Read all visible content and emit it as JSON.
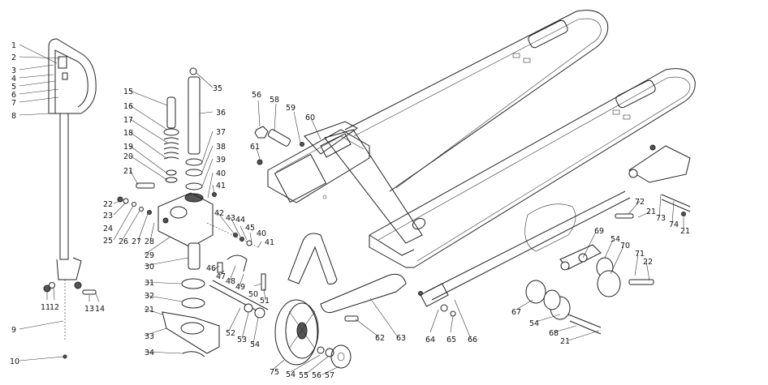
{
  "callouts": [
    "1",
    "2",
    "3",
    "4",
    "5",
    "6",
    "7",
    "8",
    "9",
    "10",
    "11",
    "12",
    "13",
    "14",
    "15",
    "16",
    "17",
    "18",
    "19",
    "20",
    "21",
    "22",
    "23",
    "24",
    "25",
    "26",
    "27",
    "28",
    "29",
    "30",
    "31",
    "32",
    "33",
    "34",
    "35",
    "36",
    "37",
    "38",
    "39",
    "40",
    "41",
    "42",
    "43",
    "44",
    "45",
    "46",
    "47",
    "48",
    "49",
    "50",
    "51",
    "52",
    "53",
    "54",
    "55",
    "56",
    "57",
    "58",
    "59",
    "60",
    "61",
    "62",
    "63",
    "64",
    "65",
    "66",
    "67",
    "68",
    "69",
    "70",
    "71",
    "72",
    "73",
    "74"
  ],
  "colors": {
    "line": "#222222",
    "background": "#ffffff"
  }
}
